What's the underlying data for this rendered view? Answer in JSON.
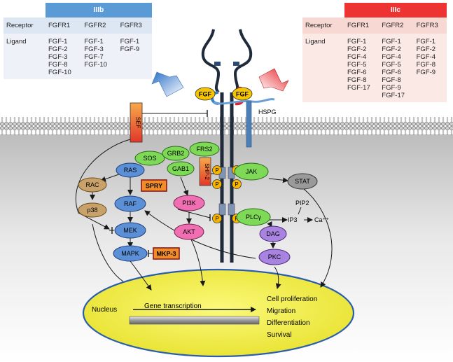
{
  "tables": {
    "left": {
      "header": "IIIb",
      "header_color": "#5b9bd5",
      "row_labels": [
        "Receptor",
        "Ligand"
      ],
      "receptors": [
        "FGFR1",
        "FGFR2",
        "FGFR3"
      ],
      "ligands": [
        [
          "FGF-1",
          "FGF-2",
          "FGF-3",
          "FGF-8",
          "FGF-10"
        ],
        [
          "FGF-1",
          "FGF-3",
          "FGF-7",
          "FGF-10"
        ],
        [
          "FGF-1",
          "FGF-9"
        ]
      ]
    },
    "right": {
      "header": "IIIc",
      "header_color": "#ee3333",
      "row_labels": [
        "Receptor",
        "Ligand"
      ],
      "receptors": [
        "FGFR1",
        "FGFR2",
        "FGFR3"
      ],
      "ligands": [
        [
          "FGF-1",
          "FGF-2",
          "FGF-4",
          "FGF-5",
          "FGF-6",
          "FGF-8",
          "FGF-17"
        ],
        [
          "FGF-1",
          "FGF-2",
          "FGF-4",
          "FGF-5",
          "FGF-6",
          "FGF-8",
          "FGF-9",
          "FGF-17"
        ],
        [
          "FGF-1",
          "FGF-2",
          "FGF-4",
          "FGF-8",
          "FGF-9"
        ]
      ]
    }
  },
  "labels": {
    "fgf": "FGF",
    "hspg": "HSPG",
    "sef": "SEF",
    "p": "P",
    "pip2": "PIP2",
    "ip3": "IP3",
    "ca": "Ca⁺⁺",
    "nucleus": "Nucleus",
    "gene_transcription": "Gene transcription"
  },
  "nodes": {
    "sos": "SOS",
    "grb2": "GRB2",
    "frs2": "FRS2",
    "gab1": "GAB1",
    "ras": "RAS",
    "rac": "RAC",
    "p38": "p38",
    "raf": "RAF",
    "mek": "MEK",
    "mapk": "MAPK",
    "pi3k": "PI3K",
    "akt": "AKT",
    "jak": "JAK",
    "stat": "STAT",
    "plcg": "PLCγ",
    "dag": "DAG",
    "pkc": "PKC",
    "shp2": "SHP-2",
    "spry": "SPRY",
    "mkp3": "MKP-3"
  },
  "outcomes": [
    "Cell proliferation",
    "Migration",
    "Differentiation",
    "Survival"
  ],
  "colors": {
    "node_green": "#7ed957",
    "node_blue": "#5b8fd6",
    "node_tan": "#c9a26b",
    "node_pink": "#f06fb2",
    "node_purple": "#a884e0",
    "node_gray": "#9a9a9a",
    "inhibitor_orange": "#f28c28",
    "p_yellow": "#f7b500",
    "nucleus_yellow": "#f6f24a",
    "receptor_dark": "#1f2a3a"
  }
}
